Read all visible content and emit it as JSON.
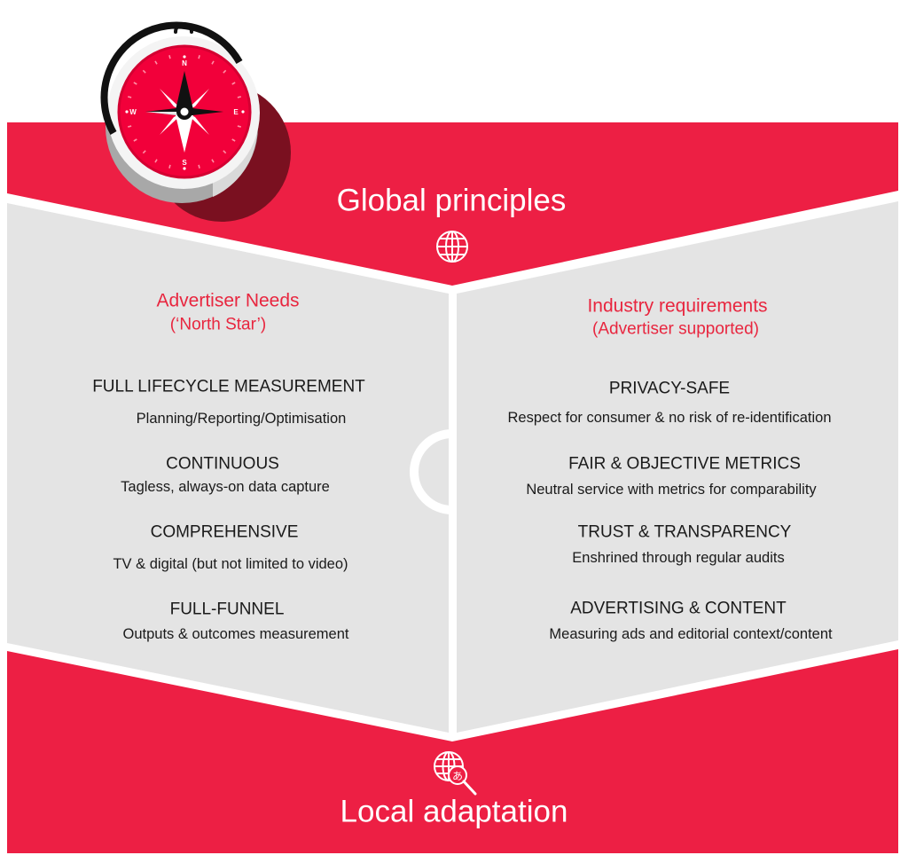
{
  "colors": {
    "brand_red": "#ED1F44",
    "panel_grey": "#E4E4E4",
    "accent_text_red": "#E8263F",
    "body_text": "#1A1A1A",
    "shadow_dark_red": "#7A1020"
  },
  "header": {
    "title": "Global principles",
    "icon": "globe-icon",
    "illustration": "compass-icon",
    "compass_labels": {
      "n": "N",
      "e": "E",
      "s": "S",
      "w": "W"
    }
  },
  "left_column": {
    "heading": "Advertiser Needs",
    "subheading": "(‘North Star’)",
    "items": [
      {
        "title": "FULL LIFECYCLE MEASUREMENT",
        "description": "Planning/Reporting/Optimisation"
      },
      {
        "title": "CONTINUOUS",
        "description": "Tagless, always-on data capture"
      },
      {
        "title": "COMPREHENSIVE",
        "description": "TV & digital (but not limited to video)"
      },
      {
        "title": "FULL-FUNNEL",
        "description": "Outputs & outcomes measurement"
      }
    ]
  },
  "right_column": {
    "heading": "Industry requirements",
    "subheading": "(Advertiser supported)",
    "items": [
      {
        "title": "PRIVACY-SAFE",
        "description": "Respect for consumer & no risk of re-identification"
      },
      {
        "title": "FAIR & OBJECTIVE METRICS",
        "description": "Neutral service with metrics for comparability"
      },
      {
        "title": "TRUST & TRANSPARENCY",
        "description": "Enshrined through regular audits"
      },
      {
        "title": "ADVERTISING & CONTENT",
        "description": "Measuring ads and editorial context/content"
      }
    ]
  },
  "footer": {
    "title": "Local adaptation",
    "icon": "globe-search-language-icon"
  }
}
